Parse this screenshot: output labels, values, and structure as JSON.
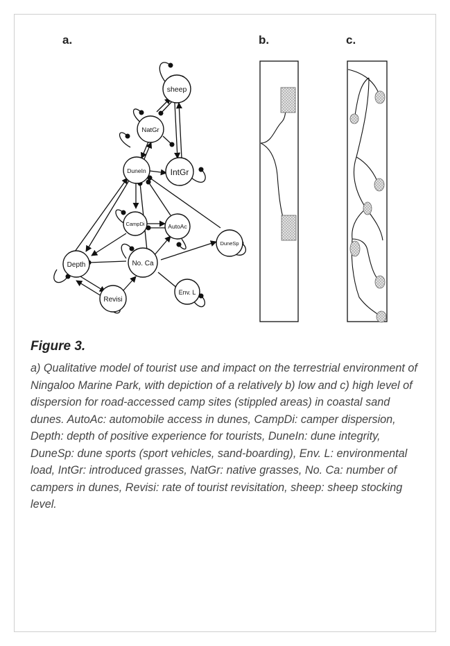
{
  "panels": {
    "a": "a.",
    "b": "b.",
    "c": "c."
  },
  "nodes": {
    "sheep": "sheep",
    "natgr": "NatGr",
    "dunein": "DuneIn",
    "intgr": "IntGr",
    "campdi": "CampDi",
    "autoac": "AutoAc",
    "dunesp": "DuneSp",
    "depth": "Depth",
    "noca": "No. Ca",
    "revisi": "Revisi",
    "envl": "Env. L"
  },
  "caption": {
    "title": "Figure 3.",
    "text": "a) Qualitative model of tourist use and impact on the terrestrial environment of Ningaloo Marine Park, with depiction of a relatively b) low and c) high level of dispersion for road-accessed camp sites (stippled areas) in coastal sand dunes. AutoAc: automobile access in dunes, CampDi: camper dispersion, Depth: depth of positive experience for tourists, DuneIn: dune integrity, DuneSp: dune sports (sport vehicles, sand-boarding), Env. L: environmental load, IntGr: introduced grasses, NatGr: native grasses, No. Ca: number of campers in dunes, Revisi: rate of tourist revisitation, sheep: sheep stocking level."
  },
  "colors": {
    "ink": "#111111",
    "stipple": "#c9c9c9",
    "caption": "#444444",
    "border": "#cfcfcf"
  }
}
